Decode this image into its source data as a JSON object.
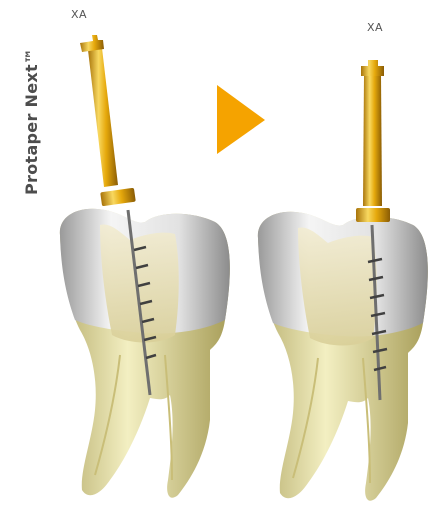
{
  "title": "Protaper Next™",
  "labels": {
    "left": "XA",
    "right": "XA"
  },
  "colors": {
    "arrow": "#f5a300",
    "gold": "#e0b020",
    "crown": "#e8e8e8",
    "root": "#e8e3a8"
  }
}
